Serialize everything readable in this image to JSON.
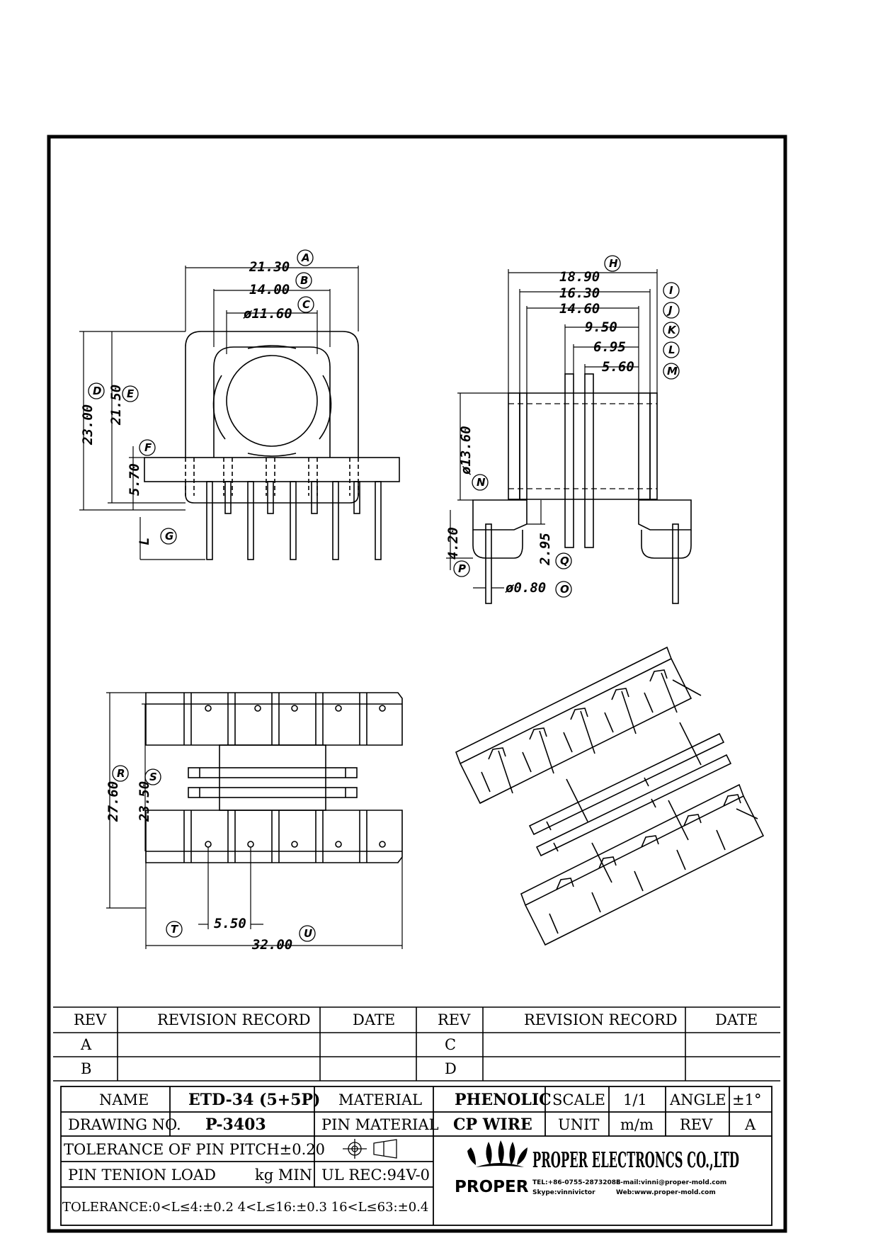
{
  "dimensions": {
    "front": {
      "a": {
        "value": "21.30",
        "tag": "A"
      },
      "b": {
        "value": "14.00",
        "tag": "B"
      },
      "c": {
        "value": "ø11.60",
        "tag": "C"
      },
      "d": {
        "value": "23.00",
        "tag": "D"
      },
      "e": {
        "value": "21.50",
        "tag": "E"
      },
      "f": {
        "value": "5.70",
        "tag": "F"
      },
      "g": {
        "value": "L",
        "tag": "G"
      }
    },
    "side": {
      "h": {
        "value": "18.90",
        "tag": "H"
      },
      "i": {
        "value": "16.30",
        "tag": "I"
      },
      "j": {
        "value": "14.60",
        "tag": "J"
      },
      "k": {
        "value": "9.50",
        "tag": "K"
      },
      "l": {
        "value": "6.95",
        "tag": "L"
      },
      "m": {
        "value": "5.60",
        "tag": "M"
      },
      "n": {
        "value": "ø13.60",
        "tag": "N"
      },
      "p": {
        "value": "4.20",
        "tag": "P"
      },
      "q": {
        "value": "2.95",
        "tag": "Q"
      },
      "o": {
        "value": "ø0.80",
        "tag": "O"
      }
    },
    "bottom": {
      "r": {
        "value": "27.60",
        "tag": "R"
      },
      "s": {
        "value": "23.50",
        "tag": "S"
      },
      "t": {
        "value": "5.50",
        "tag": "T"
      },
      "u": {
        "value": "32.00",
        "tag": "U"
      }
    }
  },
  "revision_table": {
    "headers": [
      "REV",
      "REVISION RECORD",
      "DATE",
      "REV",
      "REVISION RECORD",
      "DATE"
    ],
    "rows": [
      {
        "rev_left": "A",
        "rev_right": "C"
      },
      {
        "rev_left": "B",
        "rev_right": "D"
      }
    ]
  },
  "title_block": {
    "name_label": "NAME",
    "name_value": "ETD-34 (5+5P)",
    "material_label": "MATERIAL",
    "material_value": "PHENOLIC",
    "scale_label": "SCALE",
    "scale_value": "1/1",
    "angle_label": "ANGLE",
    "angle_value": "±1°",
    "drawing_no_label": "DRAWING NO.",
    "drawing_no_value": "P-3403",
    "pin_material_label": "PIN MATERIAL",
    "pin_material_value": "CP WIRE",
    "unit_label": "UNIT",
    "unit_value": "m/m",
    "rev_label": "REV",
    "rev_value": "A",
    "tolerance_pitch": "TOLERANCE OF PIN PITCH±0.20",
    "pin_tension_label": "PIN TENION LOAD",
    "pin_tension_unit": "kg MIN",
    "ul_rec": "UL REC:94V-0",
    "tolerance_general": "TOLERANCE:0<L≤4:±0.2  4<L≤16:±0.3  16<L≤63:±0.4"
  },
  "company": {
    "name": "PROPER ELECTRONCS CO.,LTD",
    "logo_text": "PROPER",
    "tel": "TEL:+86-0755-28732088",
    "email": "E-mail:vinni@proper-mold.com",
    "skype": "Skype:vinnivictor",
    "web": "Web:www.proper-mold.com"
  }
}
